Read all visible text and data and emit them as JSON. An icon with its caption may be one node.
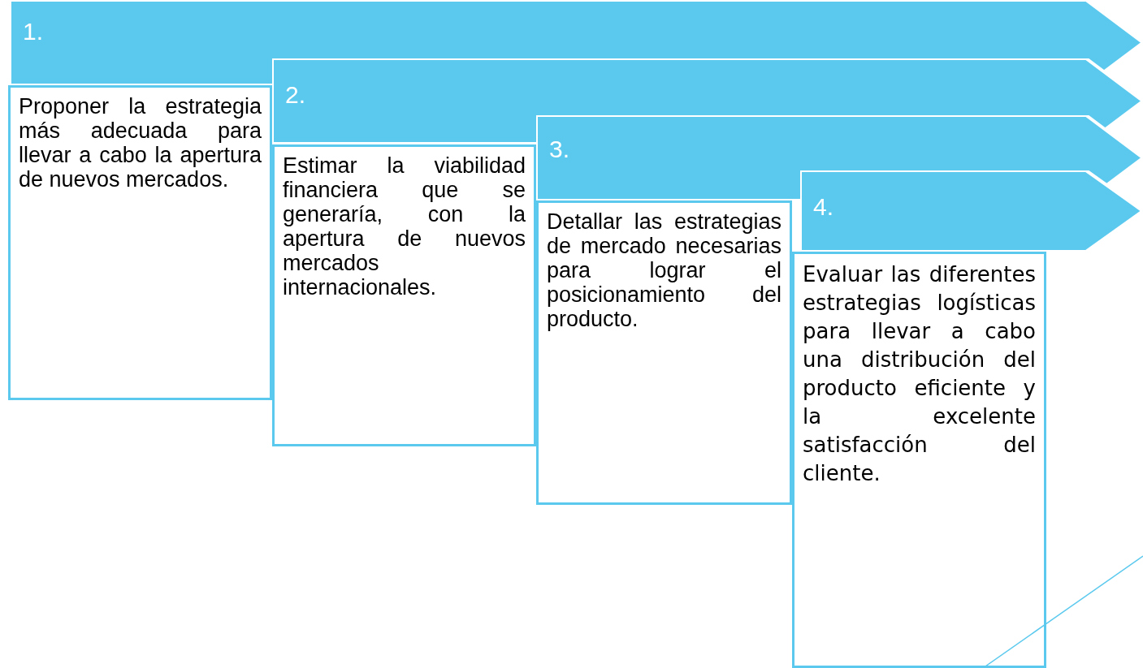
{
  "diagram": {
    "nodes": [
      {
        "text": [
          "1."
        ]
      },
      {
        "text": [
          "Proponer la estrategia más adecuada para llevar a cabo la apertura de nuevos mercados."
        ]
      },
      {
        "text": [
          "2."
        ]
      },
      {
        "text": [
          "Estimar la viabilidad financiera que se generaría, con la apertura de nuevos mercados internacionales."
        ]
      },
      {
        "text": [
          "3."
        ]
      },
      {
        "text": [
          "Detallar las estrategias de mercado necesarias para lograr el posicionamiento del producto."
        ]
      },
      {
        "text": [
          "4."
        ]
      },
      {
        "text": [
          "Evaluar las diferentes estrategias logísticas para llevar a cabo una distribución del producto eficiente y la excelente satisfacción del cliente."
        ]
      }
    ],
    "edges": []
  }
}
